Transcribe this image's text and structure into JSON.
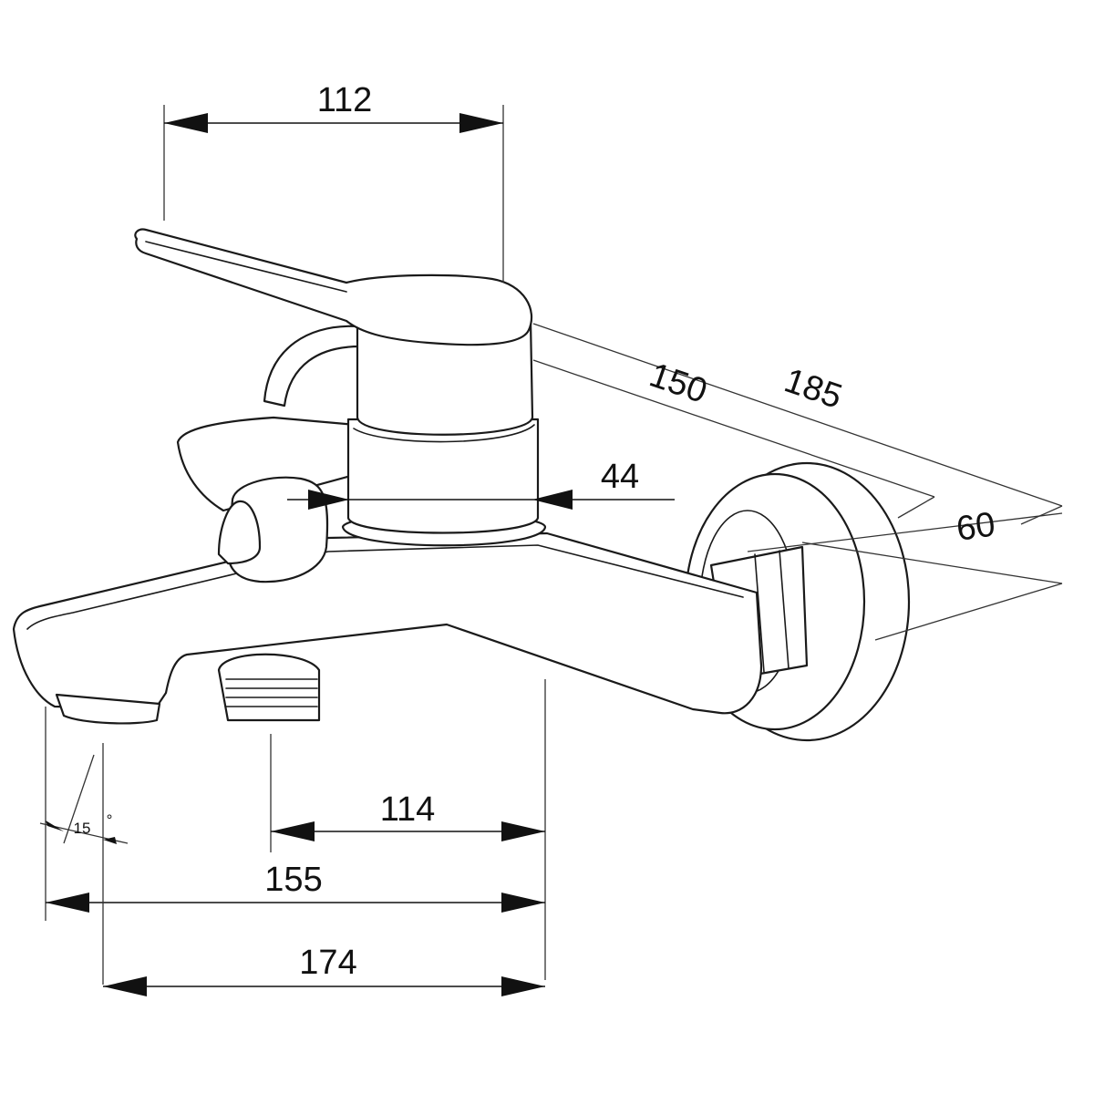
{
  "dimensions": {
    "lever_length": "112",
    "depth_inner": "150",
    "depth_outer": "185",
    "body_diameter": "44",
    "flange_diameter": "60",
    "spout_inlet_offset": "114",
    "spout_reach_inner": "155",
    "spout_reach_outer": "174",
    "spray_angle": "15",
    "degree_symbol": "°"
  },
  "colors": {
    "line": "#1a1a1a",
    "background": "#ffffff"
  }
}
